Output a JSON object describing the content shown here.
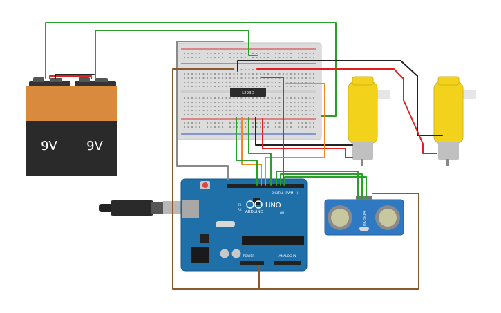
{
  "batteries": [
    {
      "label": "9V"
    },
    {
      "label": "9V"
    }
  ],
  "breadboard": {
    "chip_label": "L293D"
  },
  "arduino": {
    "brand": "ARDUINO",
    "model": "UNO",
    "header_digital": "DIGITAL (PWM ~)",
    "header_power": "POWER",
    "header_analog": "ANALOG IN",
    "led_tx": "TX",
    "led_rx": "RX",
    "led_l": "L",
    "led_on": "ON"
  },
  "ultrasonic_sensor": {
    "label": "HC-SR04"
  },
  "colors": {
    "wire_green": "#2aa02a",
    "wire_red": "#e02020",
    "wire_black": "#222222",
    "wire_brown": "#8b5a2b",
    "wire_orange": "#f08a1c",
    "wire_gray": "#8a8a8a",
    "arduino_blue": "#1f6fa8",
    "motor_yellow": "#f2d21b",
    "sensor_blue": "#2f78c2",
    "battery_orange": "#d98a3c",
    "battery_black": "#2a2a2a"
  }
}
